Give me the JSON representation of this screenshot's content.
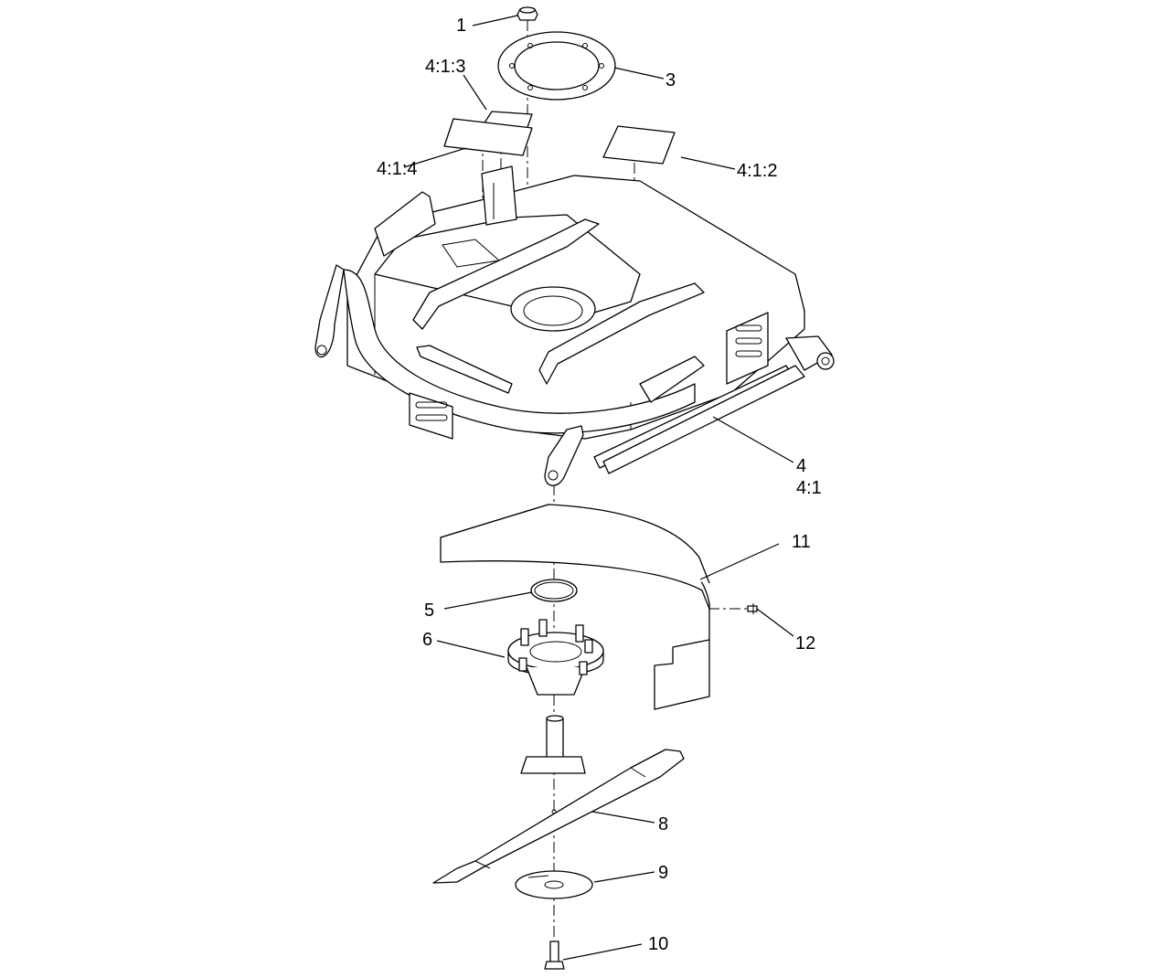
{
  "callouts": {
    "c1": "1",
    "c3": "3",
    "c4_1_3": "4:1:3",
    "c4_1_4": "4:1:4",
    "c4_1_2": "4:1:2",
    "c4": "4",
    "c4_1": "4:1",
    "c11": "11",
    "c5": "5",
    "c6": "6",
    "c12": "12",
    "c8": "8",
    "c9": "9",
    "c10": "10"
  }
}
